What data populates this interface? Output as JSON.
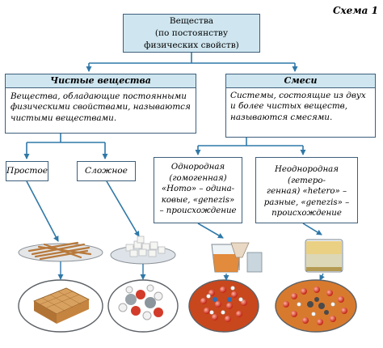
{
  "caption": "Схема 1",
  "root": {
    "lines": [
      "Вещества",
      "(по постоянству",
      "физических свойств)"
    ]
  },
  "pure": {
    "title": "Чистые вещества",
    "text": "Вещества, обладающие постоянными физическими свойствами, называются чистыми веществами."
  },
  "mixture": {
    "title": "Смеси",
    "text": "Системы, состоящие из двух и более чистых веществ, называются смесями."
  },
  "simple": {
    "label": "Простое"
  },
  "complex": {
    "label": "Сложное"
  },
  "homogeneous": {
    "lines": [
      "Однородная",
      "(гомогенная)",
      "«Homo» – одина-",
      "ковые, «genezis»",
      "– происхождение"
    ]
  },
  "heterogeneous": {
    "lines": [
      "Неоднородная (гетеро-",
      "генная) «hetero» –",
      "разные, «genezis» –",
      "происхождение"
    ]
  },
  "colors": {
    "box_border": "#3d5f7c",
    "header_fill": "#cfe6f0",
    "arrow": "#2f78a8"
  },
  "icons": [
    "metal-rods-plate",
    "crystal-lattice",
    "sugar-cubes-plate",
    "molecule-model",
    "beaker-with-liquid",
    "homogeneous-molecules",
    "sand-water-glass",
    "heterogeneous-particles"
  ]
}
